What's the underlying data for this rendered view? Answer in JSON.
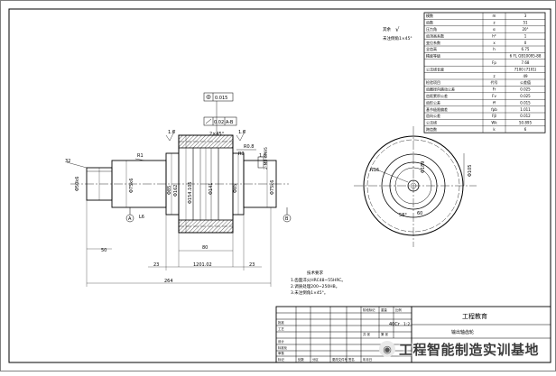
{
  "drawing": {
    "roughness_label": "其余",
    "roughness_symbol": "√",
    "chamfer_note": "未注倒角1×45°",
    "callouts": {
      "runout_top": "0.015",
      "runout_side": "0.02",
      "runout_datum": "A-B",
      "ra_a": "1.6",
      "ra_b": "1.6",
      "ra_c": "1.6",
      "chamfer": "2×45°",
      "r_small": "R0.8",
      "r3": "R3",
      "r1": "R1",
      "thread": "2-M8-6H95",
      "key_width": "32",
      "datum_a": "A",
      "datum_b": "B",
      "l6": "L6",
      "d50": "Φ50k6",
      "d75": "Φ75k6",
      "d162": "Φ162",
      "d1540": "Φ154.105",
      "d85": "Φ85",
      "d141": "Φ141",
      "d85b": "Φ85",
      "d75b": "Φ75k6",
      "dim_50": "50",
      "dim_80": "80",
      "dim_23a": "23",
      "dim_1201": "1201.02",
      "dim_23b": "23",
      "dim_264": "264",
      "n16": "N16",
      "dim_189": "Φ189",
      "angle": "58°",
      "dim_60": "60",
      "side_d": "Φ105"
    },
    "tech_title": "技术要求",
    "tech_notes": [
      "1.齿面淬火HRC48~55HRC。",
      "2.调质处理200~250HB。",
      "3.未注倒角1×45°。"
    ]
  },
  "param_table": {
    "rows": [
      {
        "name": "模数",
        "sym": "m",
        "val": "3"
      },
      {
        "name": "齿数",
        "sym": "z",
        "val": "51"
      },
      {
        "name": "压力角",
        "sym": "α",
        "val": "20°"
      },
      {
        "name": "齿顶高系数",
        "sym": "h*",
        "val": "1"
      },
      {
        "name": "变位系数",
        "sym": "x",
        "val": "0"
      },
      {
        "name": "全齿高",
        "sym": "h",
        "val": "6.75"
      },
      {
        "name": "精度等级",
        "sym": "",
        "val": "6 FL GB10095-88"
      },
      {
        "name": "",
        "sym": "Fp",
        "val": "7.68"
      },
      {
        "name": "公法线长度",
        "sym": "",
        "val": "7100 (7101)"
      },
      {
        "name": "",
        "sym": "z",
        "val": "49"
      },
      {
        "name": "检验项目",
        "sym": "代号",
        "val": "公差值"
      },
      {
        "name": "齿圈径向跳动公差",
        "sym": "Fr",
        "val": "0.025"
      },
      {
        "name": "齿距累积公差",
        "sym": "Fv",
        "val": "0.025"
      },
      {
        "name": "齿形公差",
        "sym": "ff",
        "val": "0.015"
      },
      {
        "name": "基节极限偏差",
        "sym": "fpb",
        "val": "1.011"
      },
      {
        "name": "齿向公差",
        "sym": "Fβ",
        "val": "0.012"
      },
      {
        "name": "公法线",
        "sym": "Wk",
        "val": "50.895"
      },
      {
        "name": "跨齿数",
        "sym": "k",
        "val": "6"
      }
    ]
  },
  "title_block": {
    "material": "40Cr",
    "scale": "1:2",
    "company": "工程教育",
    "part_name": "输出轴齿轮",
    "labels": [
      "标记",
      "处数",
      "分区",
      "更改文件号",
      "签名",
      "年月日",
      "设计",
      "标准化",
      "审核",
      "工艺",
      "批准",
      "阶段标记",
      "重量",
      "比例",
      "共 张",
      "第 张"
    ]
  },
  "watermark": {
    "text": "工程智能制造实训基地",
    "icon": "wechat-logo-icon"
  }
}
